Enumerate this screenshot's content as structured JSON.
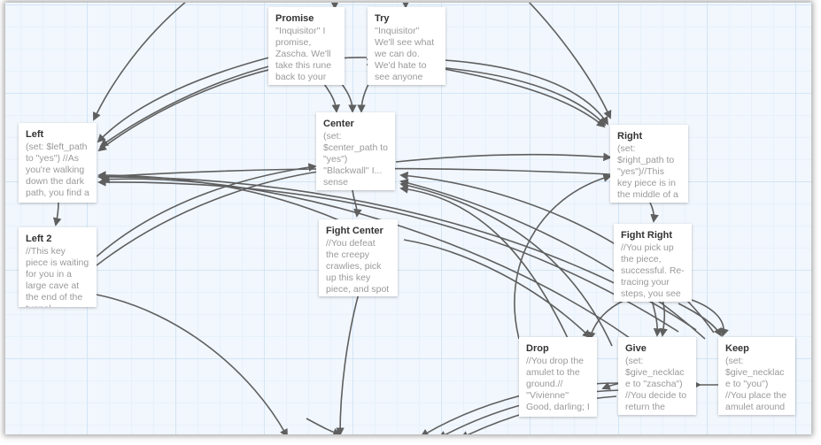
{
  "colors": {
    "arrow": "#5f5f5f",
    "grid_major": "#d3e5f6",
    "grid_minor": "#e8f1fa",
    "background": "#f1f7fd",
    "card": "#ffffff"
  },
  "passages": {
    "promise": {
      "title": "Promise",
      "excerpt": "''Inquisitor'' I promise, Zascha. We'll take this rune back to your"
    },
    "try": {
      "title": "Try",
      "excerpt": "''Inquisitor'' We'll see what we can do. We'd hate to see anyone"
    },
    "left": {
      "title": "Left",
      "excerpt": "(set: $left_path to \"yes\") //As you're walking down the dark path, you find a"
    },
    "center": {
      "title": "Center",
      "excerpt": "(set: $center_path to \"yes\") ''Blackwall'' I... sense"
    },
    "right": {
      "title": "Right",
      "excerpt": "(set: $right_path to \"yes\")//This key piece is in the middle of a"
    },
    "left2": {
      "title": "Left 2",
      "excerpt": "//This key piece is waiting for you in a large cave at the end of the tunnel."
    },
    "fight_center": {
      "title": "Fight Center",
      "excerpt": "//You defeat the creepy crawlies, pick up this key piece, and spot a nearby"
    },
    "fight_right": {
      "title": "Fight Right",
      "excerpt": "//You pick up the piece, successful. Re-tracing your steps, you see a"
    },
    "drop": {
      "title": "Drop",
      "excerpt": "//You drop the amulet to the ground.// ''Vivienne'' Good, darling; I"
    },
    "give": {
      "title": "Give",
      "excerpt": "(set: $give_necklace to \"zascha\") //You decide to return the"
    },
    "keep": {
      "title": "Keep",
      "excerpt": "(set: $give_necklace to \"you\") //You place the amulet around"
    }
  }
}
